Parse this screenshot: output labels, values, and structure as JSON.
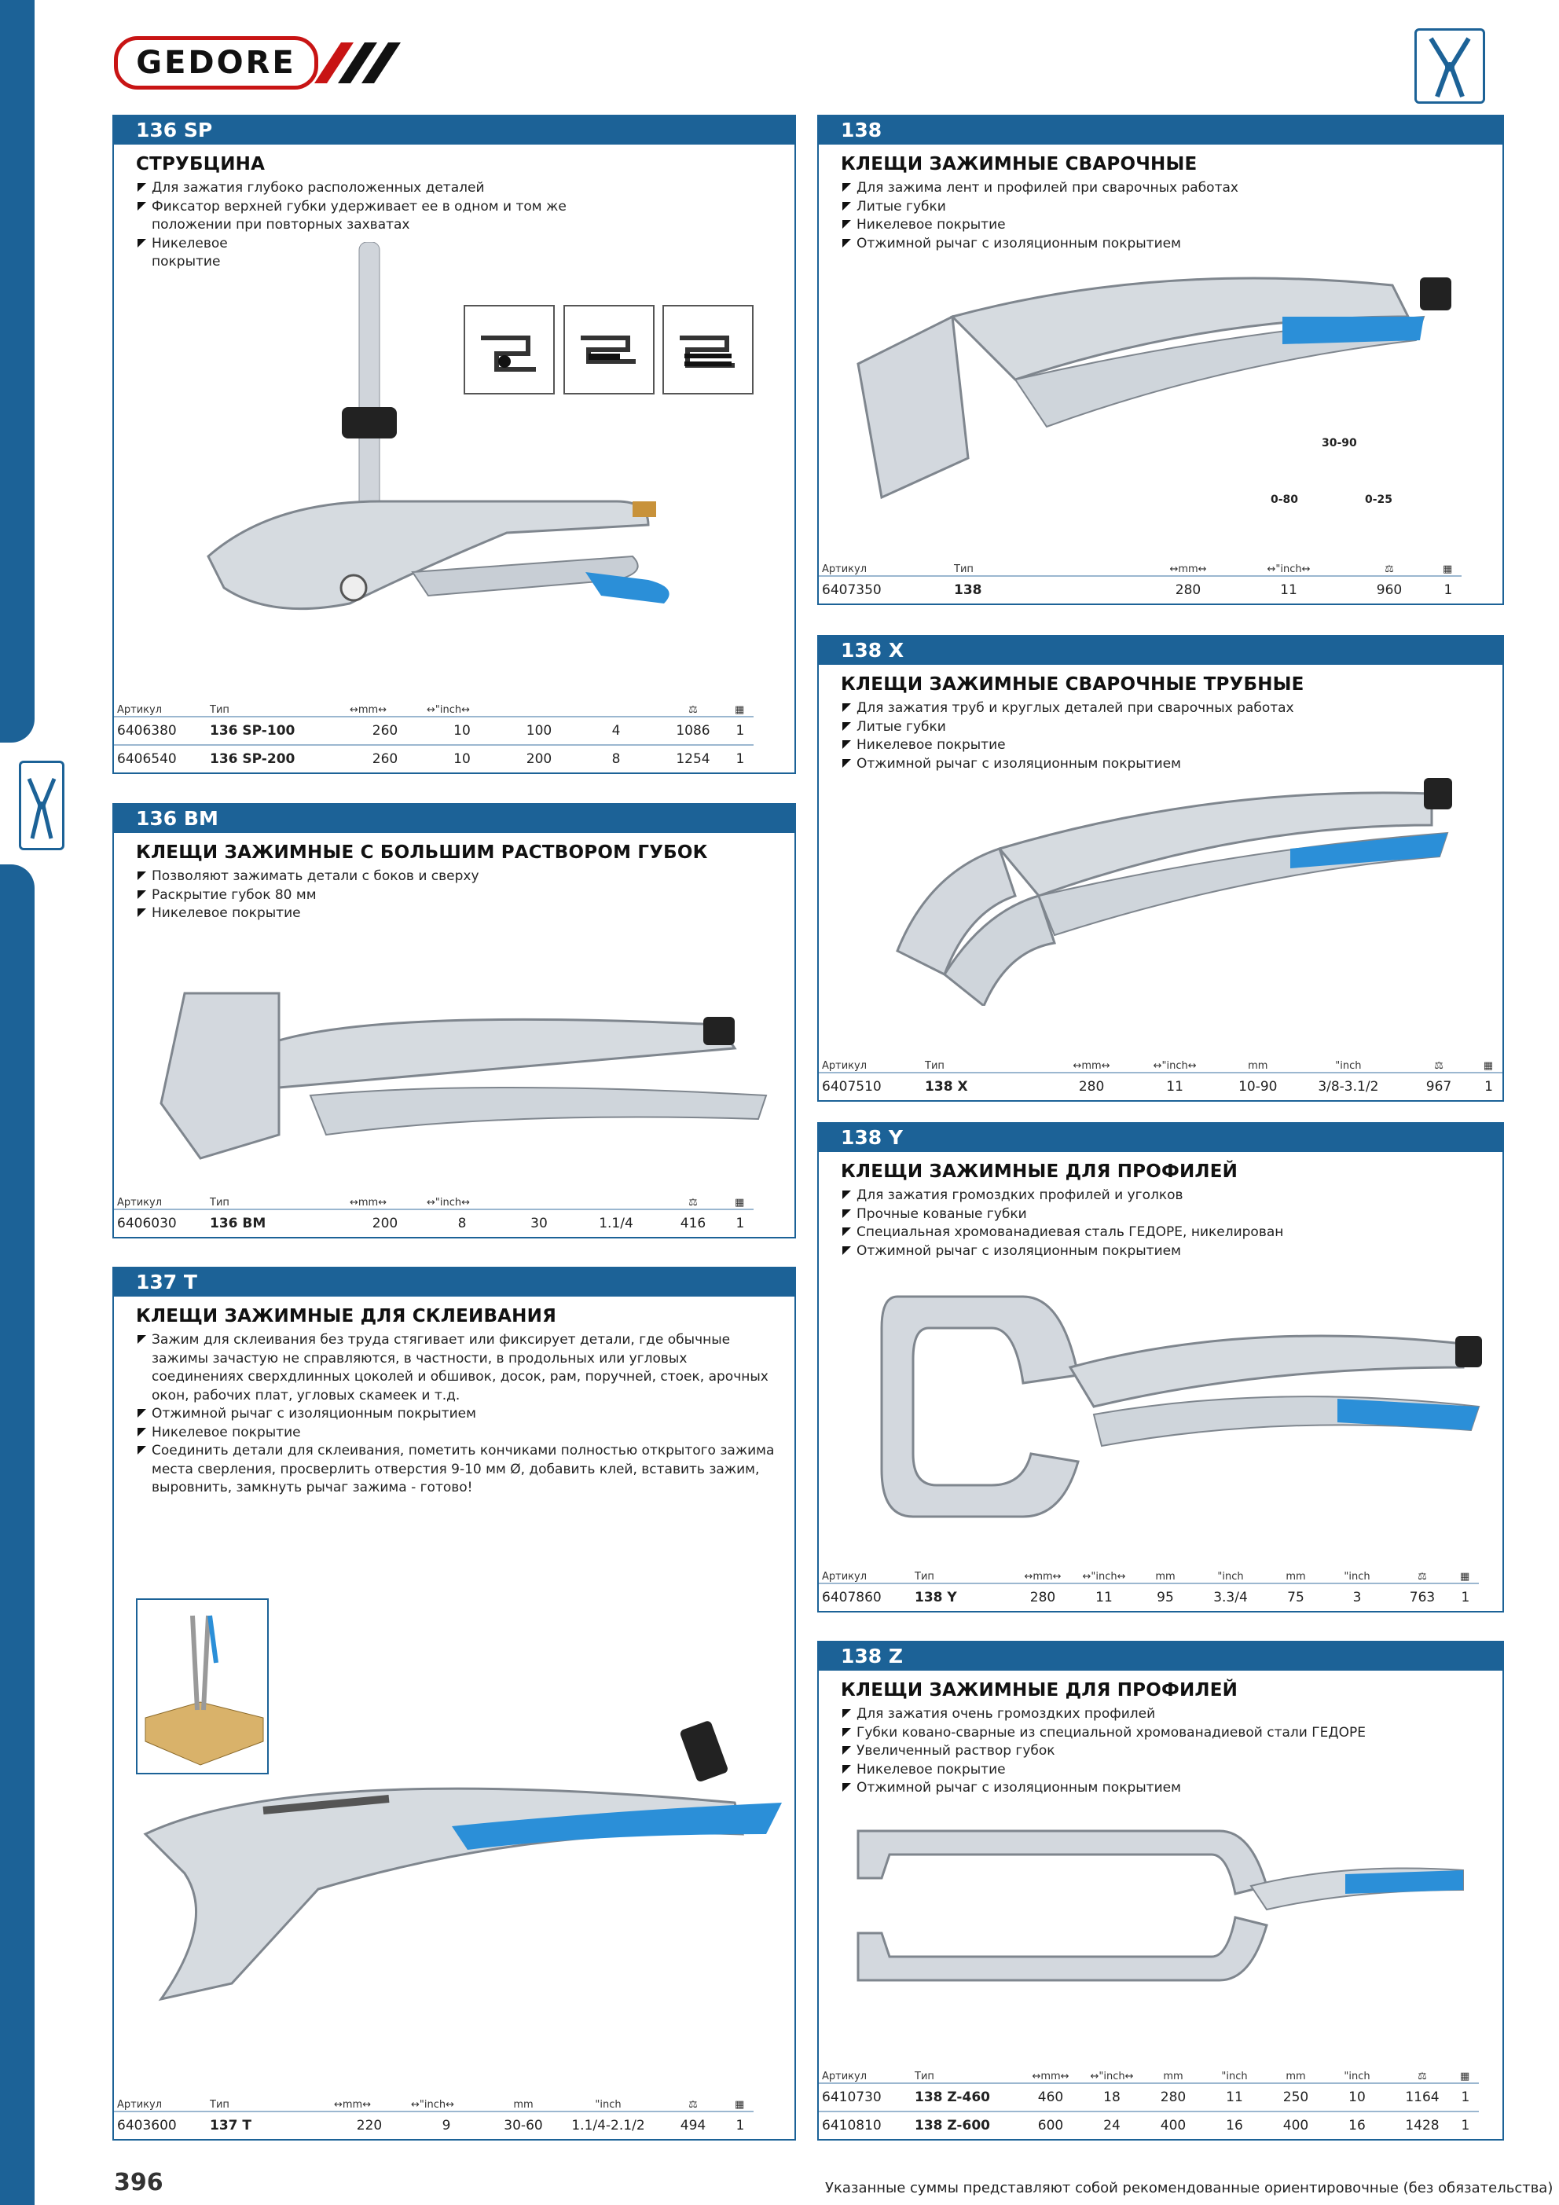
{
  "brand": {
    "name": "GEDORE"
  },
  "page_number": "396",
  "footer_note": "Указанные суммы представляют собой рекомендованные ориентировочные (без обязательства)",
  "column_labels": {
    "article": "Артикул",
    "type": "Тип",
    "mm": "↔mm↔",
    "inch": "↔\"inch↔",
    "weight": "⚖",
    "pack": "▦"
  },
  "products": [
    {
      "code": "136 SP",
      "title": "СТРУБЦИНА",
      "bullets": [
        "Для зажатия глубоко расположенных деталей",
        "Фиксатор верхней губки удерживает ее в одном и том же положении при повторных захватах",
        "Никелевое покрытие"
      ],
      "headers": [
        "Артикул",
        "Тип",
        "↔mm↔",
        "↔\"inch↔",
        "",
        "",
        "⚖",
        "▦"
      ],
      "rows": [
        [
          "6406380",
          "136 SP-100",
          "260",
          "10",
          "100",
          "4",
          "1086",
          "1"
        ],
        [
          "6406540",
          "136 SP-200",
          "260",
          "10",
          "200",
          "8",
          "1254",
          "1"
        ]
      ]
    },
    {
      "code": "136 BM",
      "title": "КЛЕЩИ ЗАЖИМНЫЕ С БОЛЬШИМ РАСТВОРОМ ГУБОК",
      "bullets": [
        "Позволяют зажимать детали с боков и сверху",
        "Раскрытие губок 80 мм",
        "Никелевое покрытие"
      ],
      "headers": [
        "Артикул",
        "Тип",
        "↔mm↔",
        "↔\"inch↔",
        "",
        "",
        "⚖",
        "▦"
      ],
      "rows": [
        [
          "6406030",
          "136 BM",
          "200",
          "8",
          "30",
          "1.1/4",
          "416",
          "1"
        ]
      ]
    },
    {
      "code": "137 T",
      "title": "КЛЕЩИ ЗАЖИМНЫЕ ДЛЯ СКЛЕИВАНИЯ",
      "bullets": [
        "Зажим для склеивания без труда стягивает или фиксирует детали, где обычные зажимы зачастую не справляются, в частности, в продольных или угловых соединениях сверхдлинных цоколей и обшивок, досок, рам, поручней, стоек, арочных окон, рабочих плат, угловых скамеек и т.д.",
        "Отжимной рычаг с изоляционным покрытием",
        "Никелевое покрытие",
        "Соединить детали для склеивания, пометить кончиками полностью открытого зажима места сверления, просверлить отверстия 9-10 мм Ø, добавить клей, вставить зажим, выровнить, замкнуть рычаг зажима - готово!"
      ],
      "headers": [
        "Артикул",
        "Тип",
        "↔mm↔",
        "↔\"inch↔",
        "mm",
        "\"inch",
        "⚖",
        "▦"
      ],
      "rows": [
        [
          "6403600",
          "137 T",
          "220",
          "9",
          "30-60",
          "1.1/4-2.1/2",
          "494",
          "1"
        ]
      ]
    },
    {
      "code": "138",
      "title": "КЛЕЩИ ЗАЖИМНЫЕ СВАРОЧНЫЕ",
      "bullets": [
        "Для зажима лент и профилей при сварочных работах",
        "Литые губки",
        "Никелевое покрытие",
        "Отжимной рычаг с изоляционным покрытием"
      ],
      "dims": [
        "30-90",
        "0-80",
        "0-25"
      ],
      "headers": [
        "Артикул",
        "Тип",
        "↔mm↔",
        "↔\"inch↔",
        "⚖",
        "▦"
      ],
      "rows": [
        [
          "6407350",
          "138",
          "280",
          "11",
          "960",
          "1"
        ]
      ]
    },
    {
      "code": "138 X",
      "title": "КЛЕЩИ ЗАЖИМНЫЕ СВАРОЧНЫЕ ТРУБНЫЕ",
      "bullets": [
        "Для зажатия труб и круглых деталей при сварочных работах",
        "Литые губки",
        "Никелевое покрытие",
        "Отжимной рычаг с изоляционным покрытием"
      ],
      "headers": [
        "Артикул",
        "Тип",
        "↔mm↔",
        "↔\"inch↔",
        "mm",
        "\"inch",
        "⚖",
        "▦"
      ],
      "rows": [
        [
          "6407510",
          "138 X",
          "280",
          "11",
          "10-90",
          "3/8-3.1/2",
          "967",
          "1"
        ]
      ]
    },
    {
      "code": "138 Y",
      "title": "КЛЕЩИ ЗАЖИМНЫЕ ДЛЯ ПРОФИЛЕЙ",
      "bullets": [
        "Для зажатия громоздких профилей и уголков",
        "Прочные кованые губки",
        "Специальная хромованадиевая сталь ГЕДОРЕ, никелирован",
        "Отжимной рычаг с изоляционным покрытием"
      ],
      "headers": [
        "Артикул",
        "Тип",
        "↔mm↔",
        "↔\"inch↔",
        "mm",
        "\"inch",
        "mm",
        "\"inch",
        "⚖",
        "▦"
      ],
      "rows": [
        [
          "6407860",
          "138 Y",
          "280",
          "11",
          "95",
          "3.3/4",
          "75",
          "3",
          "763",
          "1"
        ]
      ]
    },
    {
      "code": "138 Z",
      "title": "КЛЕЩИ ЗАЖИМНЫЕ ДЛЯ ПРОФИЛЕЙ",
      "bullets": [
        "Для зажатия очень громоздких профилей",
        "Губки ковано-сварные из специальной хромованадиевой стали ГЕДОРЕ",
        "Увеличенный раствор губок",
        "Никелевое покрытие",
        "Отжимной рычаг с изоляционным покрытием"
      ],
      "headers": [
        "Артикул",
        "Тип",
        "↔mm↔",
        "↔\"inch↔",
        "mm",
        "\"inch",
        "mm",
        "\"inch",
        "⚖",
        "▦"
      ],
      "rows": [
        [
          "6410730",
          "138 Z-460",
          "460",
          "18",
          "280",
          "11",
          "250",
          "10",
          "1164",
          "1"
        ],
        [
          "6410810",
          "138 Z-600",
          "600",
          "24",
          "400",
          "16",
          "400",
          "16",
          "1428",
          "1"
        ]
      ]
    }
  ]
}
